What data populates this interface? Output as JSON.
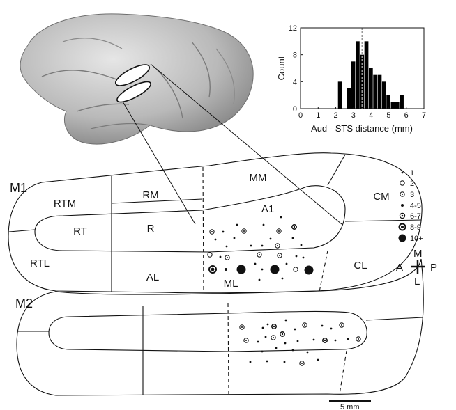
{
  "panel_labels": {
    "m1": "M1",
    "m2": "M2"
  },
  "areas": {
    "rtm": "RTM",
    "rt": "RT",
    "rtl": "RTL",
    "rm": "RM",
    "r": "R",
    "al": "AL",
    "mm": "MM",
    "a1": "A1",
    "ml": "ML",
    "cm": "CM",
    "cl": "CL"
  },
  "orientation": {
    "a": "A",
    "p": "P",
    "m": "M",
    "l": "L"
  },
  "scale_bar": {
    "label": "5 mm"
  },
  "legend": {
    "entries": [
      {
        "label": "1",
        "marker": "tiny-dot"
      },
      {
        "label": "2",
        "marker": "small-ring"
      },
      {
        "label": "3",
        "marker": "ring-dot"
      },
      {
        "label": "4-5",
        "marker": "small-dot"
      },
      {
        "label": "6-7",
        "marker": "ring-dot-large"
      },
      {
        "label": "8-9",
        "marker": "thick-ring-dot"
      },
      {
        "label": "10+",
        "marker": "large-dot"
      }
    ]
  },
  "chart_data": {
    "type": "bar",
    "xlabel": "Aud - STS distance (mm)",
    "ylabel": "Count",
    "xlim": [
      0,
      7
    ],
    "ylim": [
      0,
      12
    ],
    "xticks": [
      "0",
      "1",
      "2",
      "3",
      "4",
      "5",
      "6",
      "7"
    ],
    "yticks": [
      "0",
      "4",
      "8",
      "12"
    ],
    "bin_width": 0.25,
    "bins": [
      {
        "x": 2.25,
        "count": 4
      },
      {
        "x": 2.75,
        "count": 3
      },
      {
        "x": 3.0,
        "count": 7
      },
      {
        "x": 3.25,
        "count": 10
      },
      {
        "x": 3.5,
        "count": 8
      },
      {
        "x": 3.75,
        "count": 10
      },
      {
        "x": 4.0,
        "count": 6
      },
      {
        "x": 4.25,
        "count": 5
      },
      {
        "x": 4.5,
        "count": 5
      },
      {
        "x": 4.75,
        "count": 4
      },
      {
        "x": 5.0,
        "count": 2
      },
      {
        "x": 5.25,
        "count": 1
      },
      {
        "x": 5.5,
        "count": 1
      },
      {
        "x": 5.75,
        "count": 2
      }
    ],
    "mean_line": 3.5,
    "grid": false
  },
  "colors": {
    "ink": "#111111",
    "bars": "#000000",
    "mean_line": "#9a9a9a",
    "brain": "#b8b8b8"
  }
}
